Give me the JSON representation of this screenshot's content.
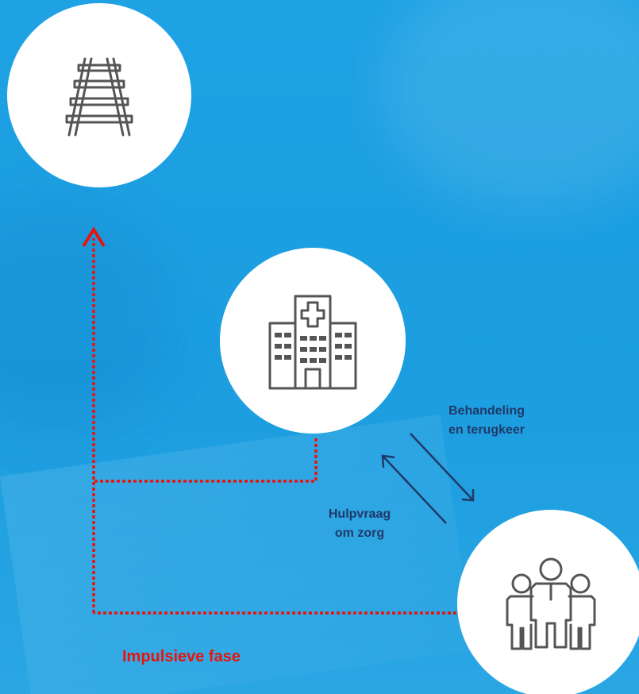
{
  "nodes": {
    "railway": {
      "icon": "railway-track-icon"
    },
    "hospital": {
      "icon": "hospital-building-icon"
    },
    "people": {
      "icon": "people-group-icon"
    }
  },
  "edges": {
    "treatment_label_line1": "Behandeling",
    "treatment_label_line2": "en terugkeer",
    "help_label_line1": "Hulpvraag",
    "help_label_line2": "om zorg"
  },
  "phase_label": "Impulsieve fase",
  "colors": {
    "background": "#1ea2e4",
    "circle_fill": "#ffffff",
    "icon_stroke": "#555555",
    "arrow_navy": "#1f3a68",
    "dotted_red": "#e8140c"
  }
}
